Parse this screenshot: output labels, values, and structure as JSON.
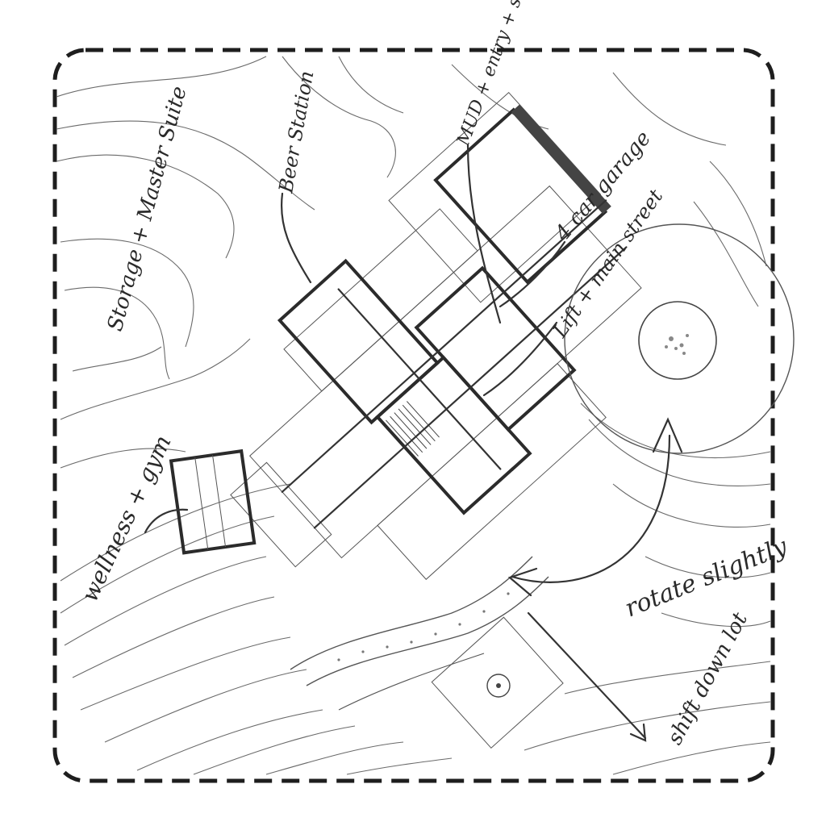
{
  "annotations": {
    "beer_station": "Beer Station",
    "mud_entry_storage": "MUD + entry + storage",
    "four_car_garage": "4 car garage",
    "lift_main_street": "Lift + main street",
    "storage_master_suite": "Storage + Master Suite",
    "wellness_gym": "wellness + gym",
    "rotate_slightly": "rotate slightly",
    "shift_down_lot": "shift down lot"
  },
  "colors": {
    "ink": "#2a2a2a",
    "contour": "#6a6a6a",
    "paper": "#ffffff"
  }
}
